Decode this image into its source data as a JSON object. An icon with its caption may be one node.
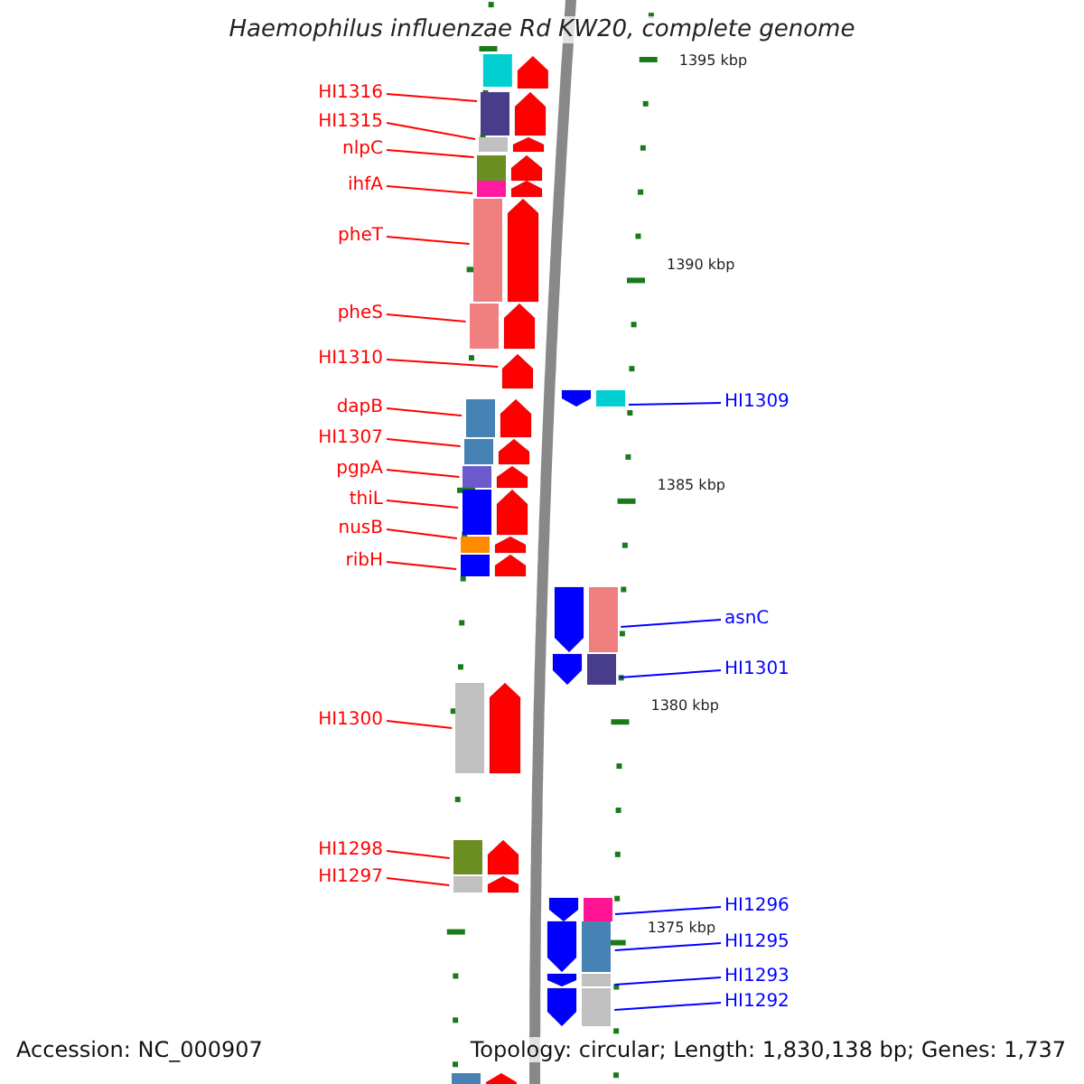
{
  "diagram": {
    "title": "Haemophilus influenzae Rd KW20, complete genome",
    "nodes": [
      {
        "text": [
          "HI1316"
        ]
      },
      {
        "text": [],
        "shape": "block"
      },
      {
        "text": [
          "HI1315"
        ]
      },
      {
        "text": [],
        "shape": "block"
      },
      {
        "text": [
          "nlpC"
        ]
      },
      {
        "text": [],
        "shape": "block"
      },
      {
        "text": [
          "ihfA"
        ]
      },
      {
        "text": [],
        "shape": "block"
      },
      {
        "text": [
          "pheT"
        ]
      },
      {
        "text": [],
        "shape": "block"
      },
      {
        "text": [
          "pheS"
        ]
      },
      {
        "text": [],
        "shape": "block"
      },
      {
        "text": [
          "HI1310"
        ]
      },
      {
        "text": [],
        "shape": "pentagon"
      },
      {
        "text": [
          "HI1309"
        ]
      },
      {
        "text": [],
        "shape": "block"
      },
      {
        "text": [
          "dapB"
        ]
      },
      {
        "text": [],
        "shape": "block"
      },
      {
        "text": [
          "HI1307"
        ]
      },
      {
        "text": [],
        "shape": "block"
      },
      {
        "text": [
          "pgpA"
        ]
      },
      {
        "text": [],
        "shape": "block"
      },
      {
        "text": [
          "thiL"
        ]
      },
      {
        "text": [],
        "shape": "block"
      },
      {
        "text": [
          "nusB"
        ]
      },
      {
        "text": [],
        "shape": "block"
      },
      {
        "text": [
          "ribH"
        ]
      },
      {
        "text": [],
        "shape": "block"
      },
      {
        "text": [
          "asnC"
        ]
      },
      {
        "text": [],
        "shape": "block"
      },
      {
        "text": [
          "HI1301"
        ]
      },
      {
        "text": [],
        "shape": "block"
      },
      {
        "text": [
          "HI1300"
        ]
      },
      {
        "text": [],
        "shape": "block"
      },
      {
        "text": [
          "HI1298"
        ]
      },
      {
        "text": [],
        "shape": "block"
      },
      {
        "text": [
          "HI1297"
        ]
      },
      {
        "text": [],
        "shape": "block"
      },
      {
        "text": [
          "HI1296"
        ]
      },
      {
        "text": [],
        "shape": "block"
      },
      {
        "text": [
          "HI1295"
        ]
      },
      {
        "text": [],
        "shape": "block"
      },
      {
        "text": [
          "HI1293"
        ]
      },
      {
        "text": [],
        "shape": "block"
      },
      {
        "text": [
          "HI1292"
        ]
      },
      {
        "text": [],
        "shape": "block"
      }
    ],
    "edges": [
      {
        "from": 0,
        "to": 1,
        "arrow": "none"
      },
      {
        "from": 2,
        "to": 3,
        "arrow": "none"
      },
      {
        "from": 4,
        "to": 5,
        "arrow": "none"
      },
      {
        "from": 6,
        "to": 7,
        "arrow": "none"
      },
      {
        "from": 8,
        "to": 9,
        "arrow": "none"
      },
      {
        "from": 10,
        "to": 11,
        "arrow": "none"
      },
      {
        "from": 12,
        "to": 13,
        "arrow": "none"
      },
      {
        "from": 14,
        "to": 15,
        "arrow": "none",
        "color": "#0000ff"
      },
      {
        "from": 16,
        "to": 17,
        "arrow": "none"
      },
      {
        "from": 18,
        "to": 19,
        "arrow": "none"
      },
      {
        "from": 20,
        "to": 21,
        "arrow": "none"
      },
      {
        "from": 22,
        "to": 23,
        "arrow": "none"
      },
      {
        "from": 24,
        "to": 25,
        "arrow": "none"
      },
      {
        "from": 26,
        "to": 27,
        "arrow": "none"
      },
      {
        "from": 28,
        "to": 29,
        "arrow": "none",
        "color": "#0000ff"
      },
      {
        "from": 30,
        "to": 31,
        "arrow": "none",
        "color": "#0000ff"
      },
      {
        "from": 32,
        "to": 33,
        "arrow": "none"
      },
      {
        "from": 34,
        "to": 35,
        "arrow": "none"
      },
      {
        "from": 36,
        "to": 37,
        "arrow": "none"
      },
      {
        "from": 38,
        "to": 39,
        "arrow": "none",
        "color": "#0000ff"
      },
      {
        "from": 40,
        "to": 41,
        "arrow": "none",
        "color": "#0000ff"
      },
      {
        "from": 42,
        "to": 43,
        "arrow": "none",
        "color": "#0000ff"
      },
      {
        "from": 44,
        "to": 45,
        "arrow": "none",
        "color": "#0000ff"
      }
    ],
    "labels": [
      "1395 kbp",
      "1390 kbp",
      "1385 kbp",
      "1380 kbp",
      "1375 kbp",
      "Accession: NC_000907",
      "Topology: circular; Length: 1,830,138 bp; Genes: 1,737"
    ]
  }
}
